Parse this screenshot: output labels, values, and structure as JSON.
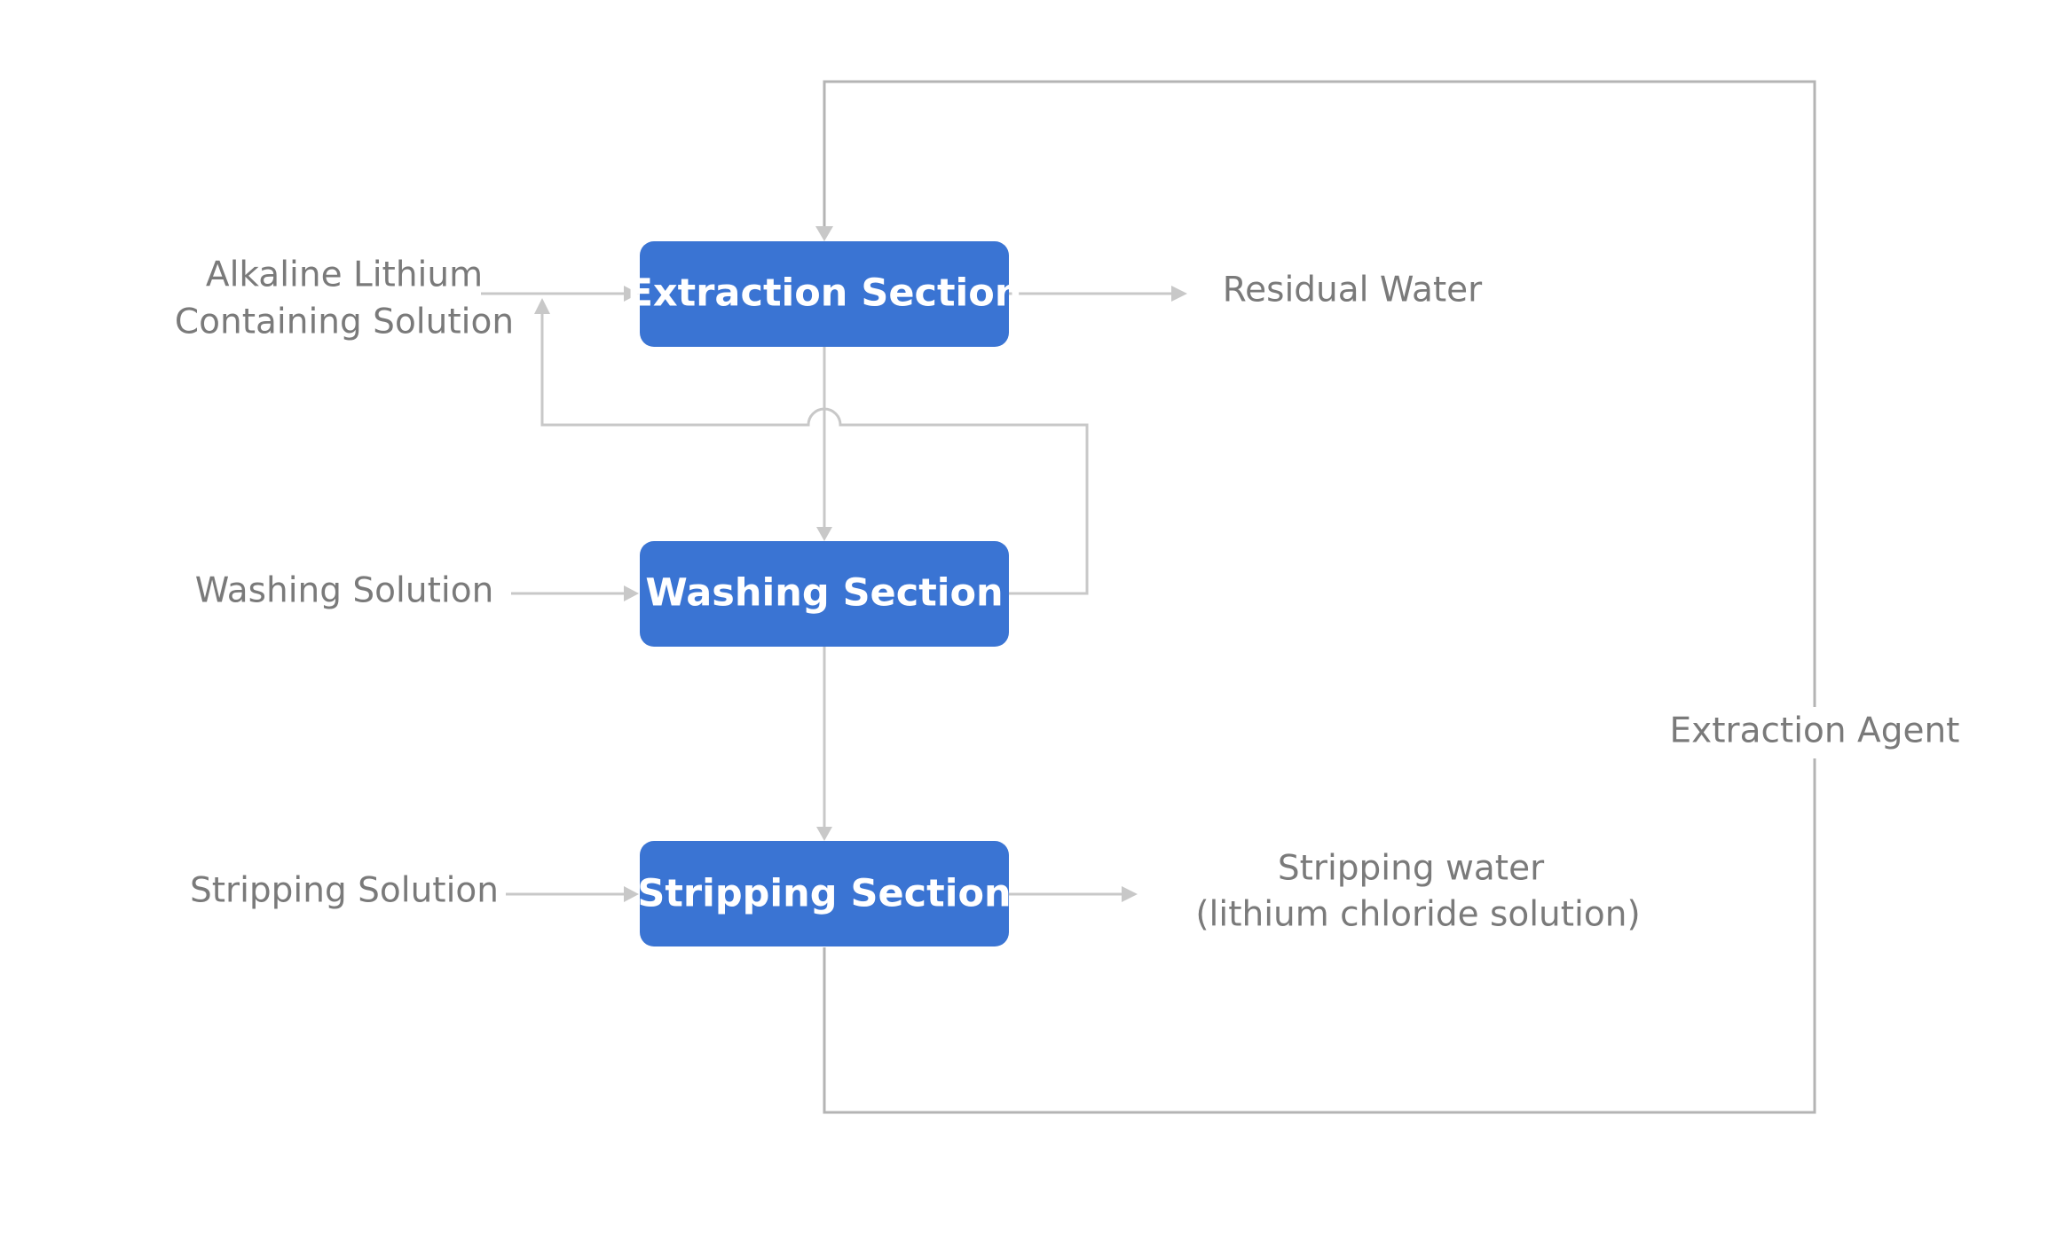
{
  "diagram": {
    "nodes": {
      "extraction": "Extraction Section",
      "washing": "Washing Section",
      "stripping": "Stripping Section"
    },
    "inputs": {
      "alkaline_line1": "Alkaline Lithium",
      "alkaline_line2": "Containing Solution",
      "washing_solution": "Washing Solution",
      "stripping_solution": "Stripping Solution"
    },
    "outputs": {
      "residual_water": "Residual Water",
      "stripping_water_line1": "Stripping water",
      "stripping_water_line2": "(lithium chloride solution)"
    },
    "loop_label": "Extraction Agent",
    "colors": {
      "node_fill": "#3a74d3",
      "node_text": "#ffffff",
      "label_text": "#7a7a7a",
      "connector": "#c8c8c8"
    }
  }
}
